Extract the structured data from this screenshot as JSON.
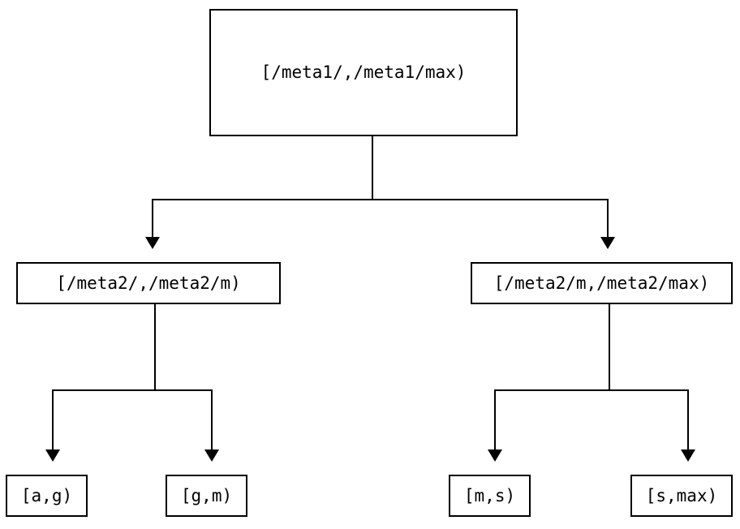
{
  "diagram": {
    "title": "interval-partition-tree",
    "line_color": "#000000",
    "background_color": "#ffffff",
    "text_color": "#000000",
    "nodes": {
      "root": {
        "label": "[/meta1/,/meta1/max)"
      },
      "mid_left": {
        "label": "[/meta2/,/meta2/m)"
      },
      "mid_right": {
        "label": "[/meta2/m,/meta2/max)"
      },
      "leaf_1": {
        "label": "[a,g)"
      },
      "leaf_2": {
        "label": "[g,m)"
      },
      "leaf_3": {
        "label": "[m,s)"
      },
      "leaf_4": {
        "label": "[s,max)"
      }
    },
    "edges": [
      {
        "from": "root",
        "to": "mid_left"
      },
      {
        "from": "root",
        "to": "mid_right"
      },
      {
        "from": "mid_left",
        "to": "leaf_1"
      },
      {
        "from": "mid_left",
        "to": "leaf_2"
      },
      {
        "from": "mid_right",
        "to": "leaf_3"
      },
      {
        "from": "mid_right",
        "to": "leaf_4"
      }
    ]
  }
}
